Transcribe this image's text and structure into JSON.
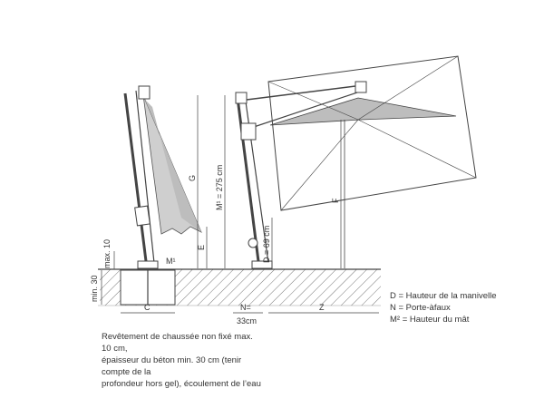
{
  "dimensions": {
    "max10": "max. 10",
    "min30": "min. 30",
    "mstar": "M¹",
    "e": "E",
    "g": "G",
    "m_height": "M¹ = 275 cm",
    "d_height": "D = 69 cm",
    "f": "F",
    "c": "C",
    "n": "N=",
    "n_value": "33cm",
    "z": "Z"
  },
  "legend": {
    "d": "D = Hauteur de la manivelle",
    "n": "N = Porte-àfaux",
    "m": "M² = Hauteur du mât"
  },
  "caption": {
    "line1": "Revêtement de chaussée non fixé max. 10 cm,",
    "line2": "épaisseur du béton min. 30 cm (tenir compte de la",
    "line3": "profondeur hors gel), écoulement de l’eau"
  }
}
